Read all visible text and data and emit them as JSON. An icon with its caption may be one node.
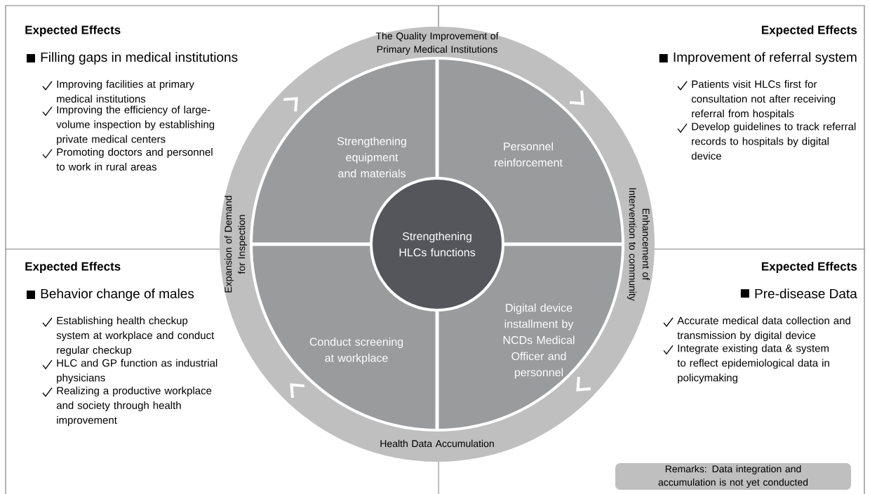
{
  "diagram": {
    "nodes": [
      {
        "text": [
          "The Quality Improvement of Primary Medical Institutions",
          "Expansion of Demand for Inspection",
          "Enhancement of Intervention to community",
          "Health Data Accumulation"
        ]
      },
      {
        "text": [
          "Strengthening equipment and materials"
        ],
        "in": 0
      },
      {
        "text": [
          "Personnel reinforcement"
        ],
        "in": 0
      },
      {
        "text": [
          "Conduct screening at workplace"
        ],
        "in": 0
      },
      {
        "text": [
          "Digital device installment by NCDs Medical Officer and personnel"
        ],
        "in": 0
      },
      {
        "text": [
          "Strengthening HLCs functions"
        ],
        "in": 0
      },
      {
        "text": [
          "Remarks: Data integration and accumulation is not yet conducted"
        ]
      }
    ],
    "labels": [
      "Expected Effects",
      "Filling gaps in medical institutions",
      "Improving facilities at primary medical institutions",
      "Improving the efficiency of large-volume inspection by establishing private medical centers",
      "Promoting doctors and personnel to work in rural areas",
      "Expected Effects",
      "Improvement of referral system",
      "Patients visit HLCs first for consultation not after receiving referral from hospitals",
      "Develop guidelines to track referral records to hospitals by digital device",
      "Expected Effects",
      "Behavior change of males",
      "Establishing health checkup system at workplace and conduct regular checkup",
      "HLC and GP function as industrial physicians",
      "Realizing a productive workplace and society through health improvement",
      "Expected Effects",
      "Pre-disease Data",
      "Accurate medical data collection and transmission by digital device",
      "Integrate existing data & system to reflect epidemiological data in policymaking"
    ]
  }
}
